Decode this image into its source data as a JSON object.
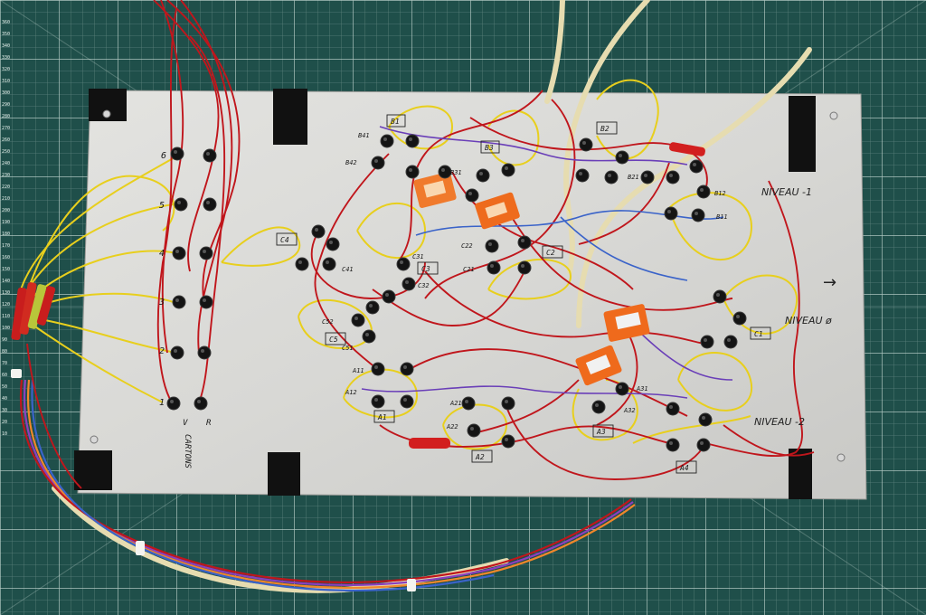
{
  "photo": {
    "colors": {
      "mat": "#1f4f4a",
      "grid": "#cfe3dc",
      "panel": "#d9d9d6",
      "tape": "#111111",
      "wire_red": "#c0161c",
      "wire_yellow": "#e8cf1d",
      "cable": "#e6dcb0",
      "connector": "#ef6a1c",
      "jack": "#141414"
    },
    "ruler_ticks": [
      "360",
      "350",
      "340",
      "330",
      "320",
      "310",
      "300",
      "290",
      "280",
      "270",
      "260",
      "250",
      "240",
      "230",
      "220",
      "210",
      "200",
      "190",
      "180",
      "170",
      "160",
      "150",
      "140",
      "130",
      "120",
      "110",
      "100",
      "90",
      "80",
      "70",
      "60",
      "50",
      "40",
      "30",
      "20",
      "10"
    ],
    "labels": {
      "level_1": "NIVEAU -1",
      "level_0": "NIVEAU ø",
      "level_2": "NIVEAU -2",
      "arrow": "→",
      "cartons": "CARTONS",
      "v": "V",
      "r": "R",
      "n6": "6",
      "n5": "5",
      "n4": "4",
      "n3": "3",
      "n2": "2",
      "n1": "1",
      "b1": "B1",
      "b41": "B41",
      "b42": "B42",
      "b3": "B3",
      "b31": "B31",
      "b2": "B2",
      "b21": "B21",
      "b12": "B12",
      "b11": "B11",
      "c4": "C4",
      "c41": "C41",
      "c3": "C3",
      "c31": "C31",
      "c32": "C32",
      "c2": "C2",
      "c21": "C21",
      "c22": "C22",
      "c5": "C5",
      "c51": "C51",
      "c52": "C52",
      "a1": "A1",
      "a11": "A11",
      "a12": "A12",
      "a2": "A2",
      "a21": "A21",
      "a22": "A22",
      "a3": "A3",
      "a31": "A31",
      "a32": "A32",
      "a4": "A4",
      "c1": "C1"
    }
  }
}
